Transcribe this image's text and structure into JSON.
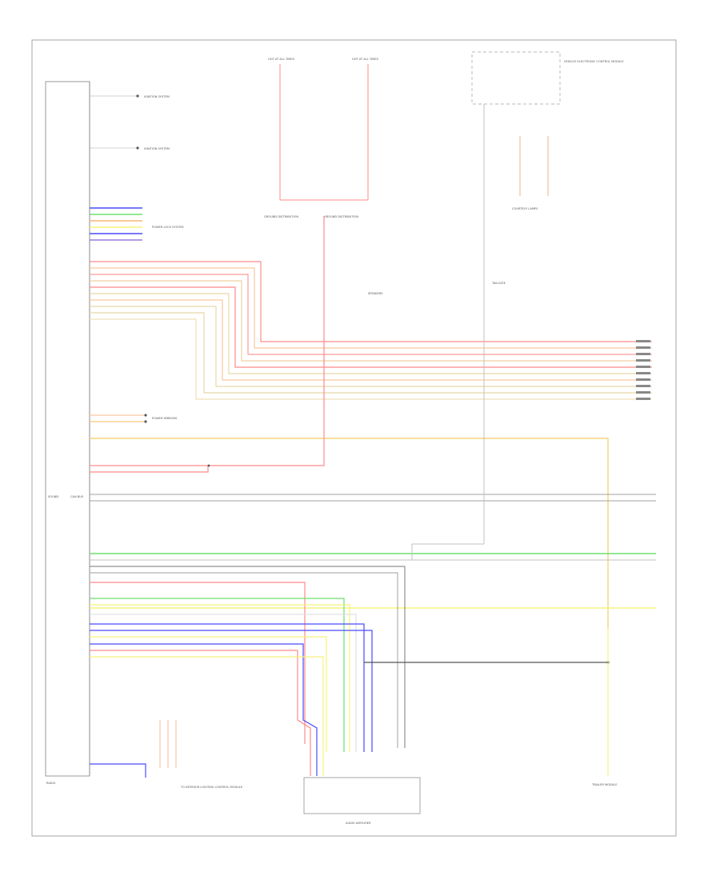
{
  "colors": {
    "red": "#ff7a7a",
    "green": "#6ee06e",
    "blue": "#4a4aff",
    "yellow": "#f6f27a",
    "orange": "#f7b777",
    "tan": "#e8d8a8",
    "gray": "#a0a0a0",
    "dark": "#555555",
    "purple": "#9a7ad8"
  },
  "labels": {
    "ignition1": "IGNITION SYSTEM",
    "ignition2": "IGNITION SYSTEM",
    "fuse_left": "HOT AT ALL TIMES",
    "fuse_right": "HOT AT ALL TIMES",
    "ground_left": "GROUND DISTRIBUTION",
    "ground_right": "GROUND DISTRIBUTION",
    "module_top_right": "VEHICLE ELECTRONIC CONTROL MODULE",
    "courtesy": "COURTESY LAMPS",
    "power_lock": "POWER LOCK SYSTEM",
    "can_bus": "CAN BUS",
    "speakers": "SPEAKERS",
    "power_mirrors": "POWER MIRRORS",
    "tailgate": "TAILGATE",
    "left_label": "SOUND",
    "bottom_left": "RADIO",
    "note_block": "TO INTERIOR LIGHTING CONTROL MODULE",
    "bottom_module": "AUDIO AMPLIFIER",
    "right_bottom": "TRAILER MODULE"
  }
}
